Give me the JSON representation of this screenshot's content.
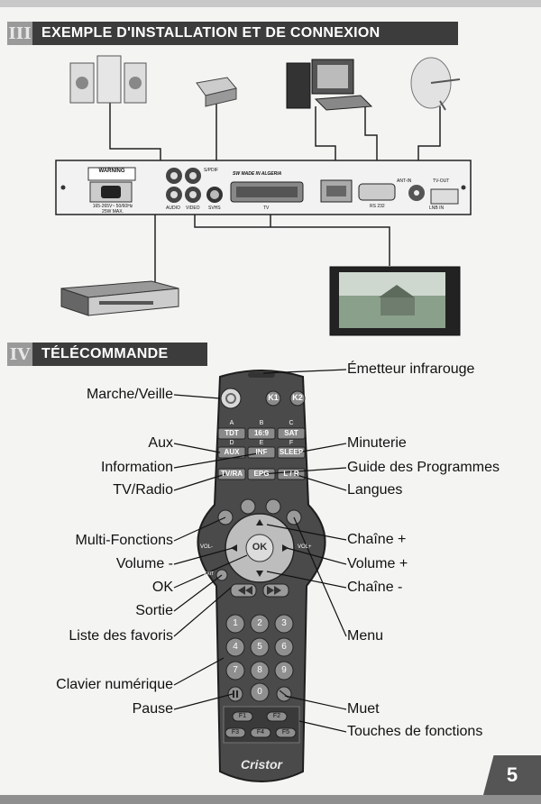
{
  "section3": {
    "num": "III",
    "title": "EXEMPLE D'INSTALLATION ET DE CONNEXION"
  },
  "section4": {
    "num": "IV",
    "title": "TÉLÉCOMMANDE"
  },
  "device_panel": {
    "warning": "WARNING",
    "power_spec_1": "165-265V~ 50/60Hz",
    "power_spec_2": "25W MAX.",
    "spdif": "S/PDIF",
    "audio": "AUDIO",
    "video": "VIDEO",
    "svhs": "SVHS",
    "made_in": "SW MADE IN ALGERIA",
    "tv": "TV",
    "rs232": "RS 232",
    "ant_in": "ANT-IN",
    "tv_out": "TV-OUT",
    "lnb_in": "LNB IN"
  },
  "remote": {
    "brand": "Cristor",
    "k1": "K1",
    "k2": "K2",
    "row1": [
      {
        "top": "A",
        "main": "TDT"
      },
      {
        "top": "B",
        "main": "16:9"
      },
      {
        "top": "C",
        "main": "SAT"
      }
    ],
    "row2": [
      {
        "top": "D",
        "main": "AUX"
      },
      {
        "top": "E",
        "main": "INF"
      },
      {
        "top": "F",
        "main": "SLEEP"
      }
    ],
    "row3": [
      "TV/RA",
      "EPG",
      "L / R"
    ],
    "ok": "OK",
    "vol_minus": "VOL-",
    "vol_plus": "VOL+",
    "exit": "EXIT",
    "digits": [
      "1",
      "2",
      "3",
      "4",
      "5",
      "6",
      "7",
      "8",
      "9",
      "0"
    ],
    "fn_row1": [
      "F1",
      "F2"
    ],
    "fn_row2": [
      "F3",
      "F4",
      "F5"
    ]
  },
  "labels_left": {
    "power": "Marche/Veille",
    "aux": "Aux",
    "info": "Information",
    "tvradio": "TV/Radio",
    "multi": "Multi-Fonctions",
    "vol_minus": "Volume -",
    "ok": "OK",
    "exit": "Sortie",
    "fav": "Liste des favoris",
    "keypad": "Clavier numérique",
    "pause": "Pause"
  },
  "labels_right": {
    "ir": "Émetteur infrarouge",
    "sleep": "Minuterie",
    "epg": "Guide des Programmes",
    "lang": "Langues",
    "ch_plus": "Chaîne +",
    "vol_plus": "Volume +",
    "ch_minus": "Chaîne -",
    "menu": "Menu",
    "mute": "Muet",
    "fn": "Touches de fonctions"
  },
  "page_number": "5",
  "colors": {
    "header_bg": "#3c3c3c",
    "remote_body": "#4a4a4a",
    "button": "#8a8a8a"
  }
}
